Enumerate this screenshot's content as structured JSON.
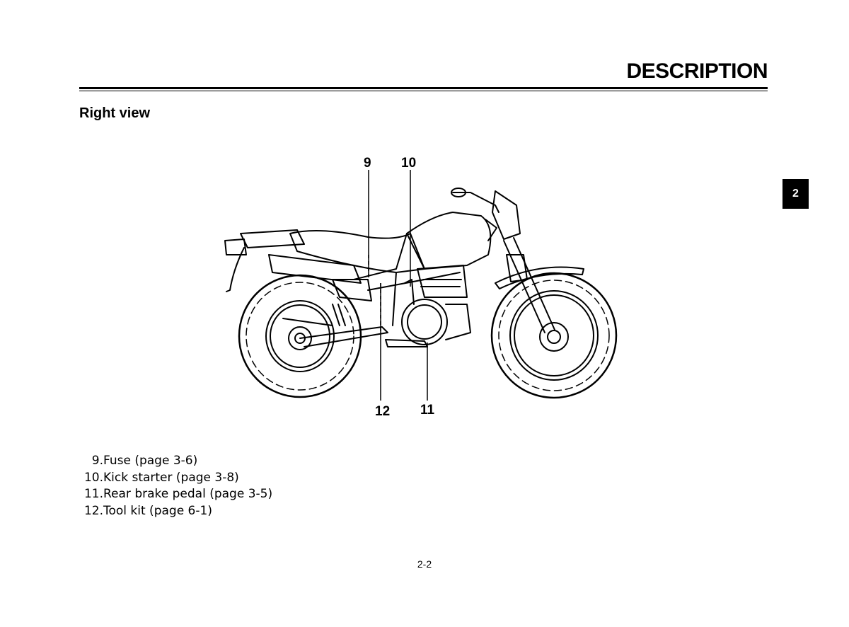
{
  "header": {
    "title": "DESCRIPTION"
  },
  "section": {
    "title": "Right view"
  },
  "chapter_tab": "2",
  "callouts": {
    "c9": "9",
    "c10": "10",
    "c11": "11",
    "c12": "12"
  },
  "legend": [
    {
      "num": "9.",
      "text": "Fuse (page 3-6)"
    },
    {
      "num": "10.",
      "text": "Kick starter (page 3-8)"
    },
    {
      "num": "11.",
      "text": "Rear brake pedal (page 3-5)"
    },
    {
      "num": "12.",
      "text": "Tool kit (page 6-1)"
    }
  ],
  "footer": {
    "page_number": "2-2"
  }
}
